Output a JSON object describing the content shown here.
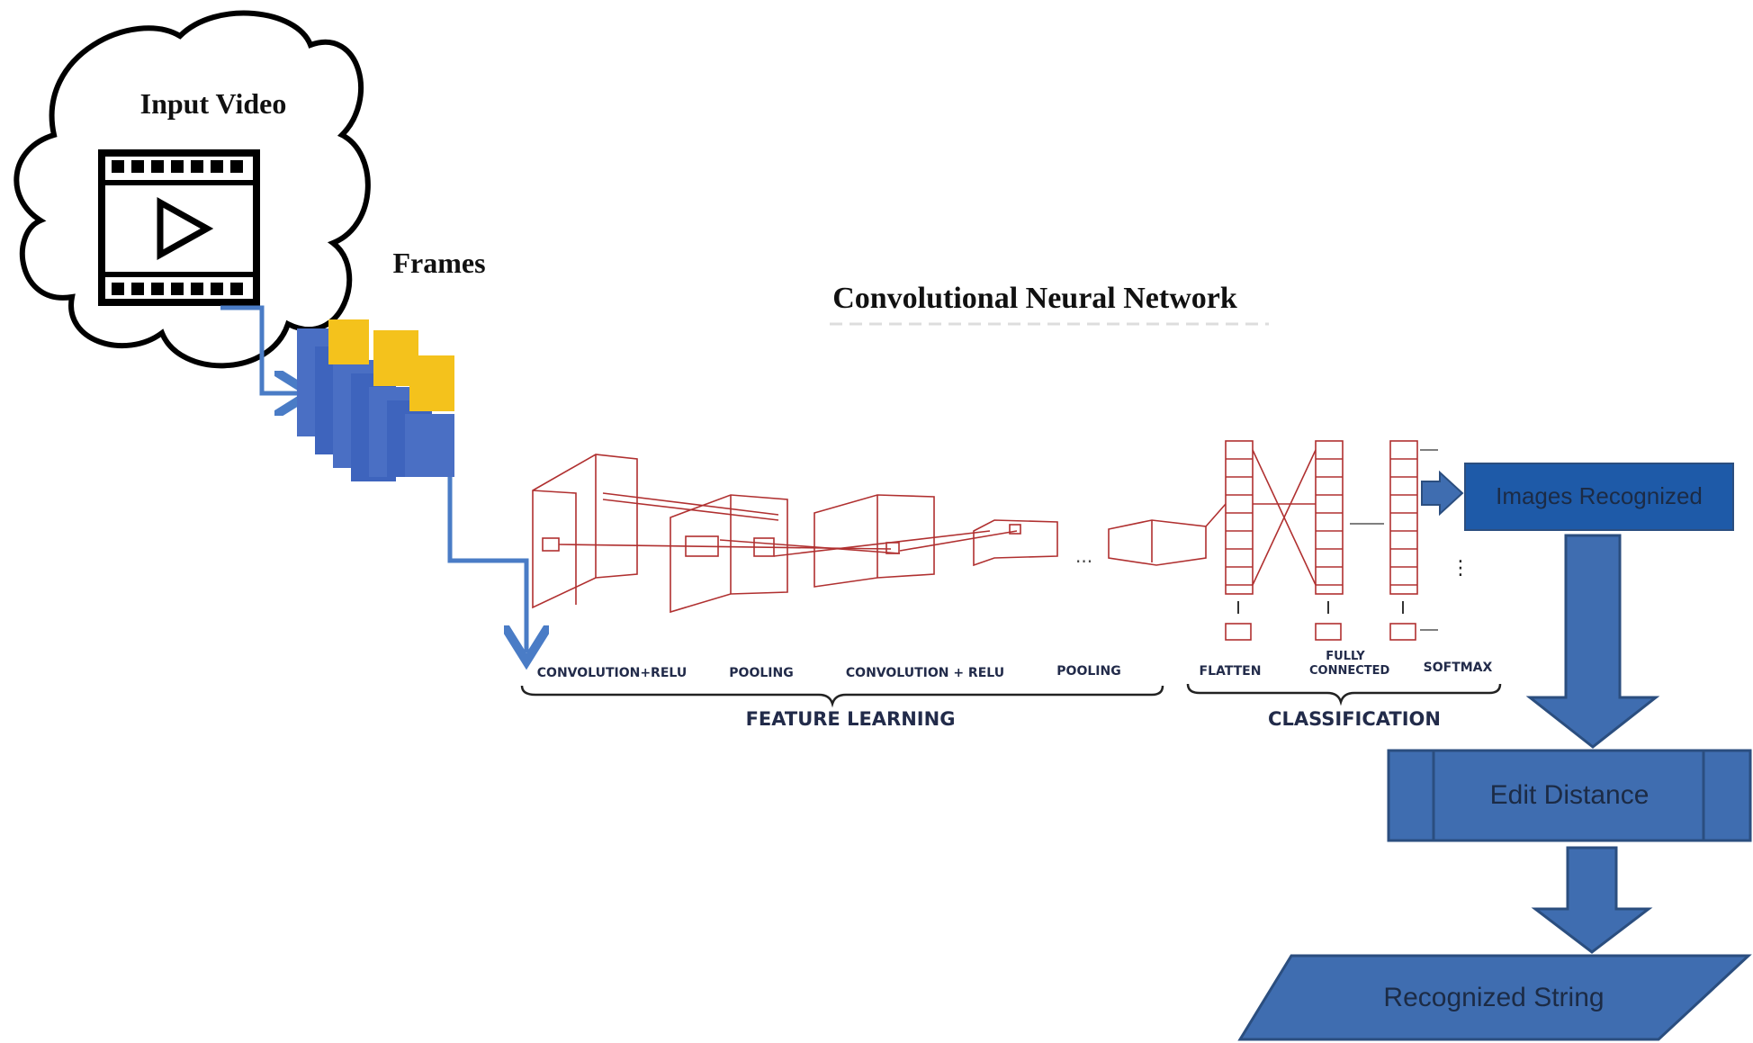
{
  "labels": {
    "input_video": "Input Video",
    "frames": "Frames",
    "cnn_title": "Convolutional Neural Network",
    "images_recognized": "Images Recognized",
    "edit_distance": "Edit Distance",
    "recognized_string": "Recognized String"
  },
  "cnn": {
    "layers": [
      "CONVOLUTION+RELU",
      "POOLING",
      "CONVOLUTION + RELU",
      "POOLING",
      "FLATTEN",
      "FULLY CONNECTED",
      "SOFTMAX"
    ],
    "groups": [
      "FEATURE LEARNING",
      "CLASSIFICATION"
    ]
  },
  "icons": [
    "cloud-icon",
    "video-film-icon",
    "play-icon",
    "frames-stack-icon"
  ],
  "colors": {
    "box_fill": "#3f6db0",
    "box_dark": "#1e5aa8",
    "box_border": "#2b4e7f",
    "frame_blue": "#4a6fc4",
    "frame_yellow": "#f4c21c",
    "arrow_blue": "#4a7cc6",
    "cnn_line": "#b03030"
  }
}
